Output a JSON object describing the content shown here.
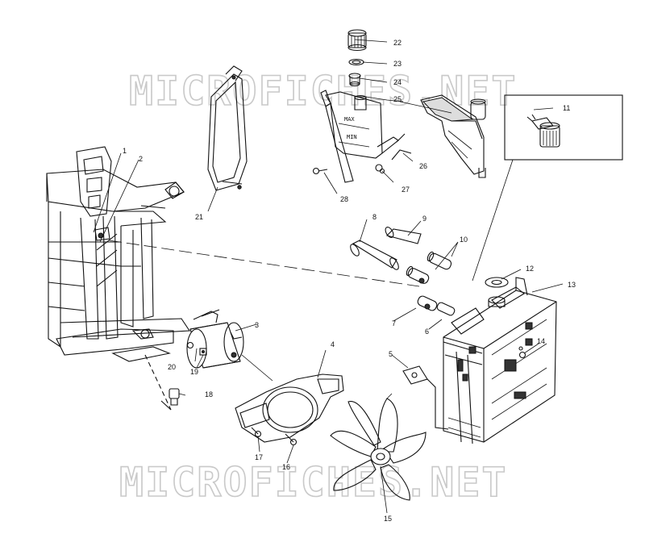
{
  "watermark": {
    "top_text": "MICROFICHES.NET",
    "bottom_text": "MICROFICHES.NET",
    "color": "#c9c9c9"
  },
  "tank_markings": {
    "max": "MAX",
    "min": "MIN"
  },
  "part_callouts": [
    "1",
    "2",
    "3",
    "4",
    "5",
    "6",
    "7",
    "8",
    "9",
    "10",
    "11",
    "12",
    "13",
    "14",
    "15",
    "16",
    "17",
    "18",
    "19",
    "20",
    "21",
    "22",
    "23",
    "24",
    "25",
    "26",
    "27",
    "28"
  ]
}
